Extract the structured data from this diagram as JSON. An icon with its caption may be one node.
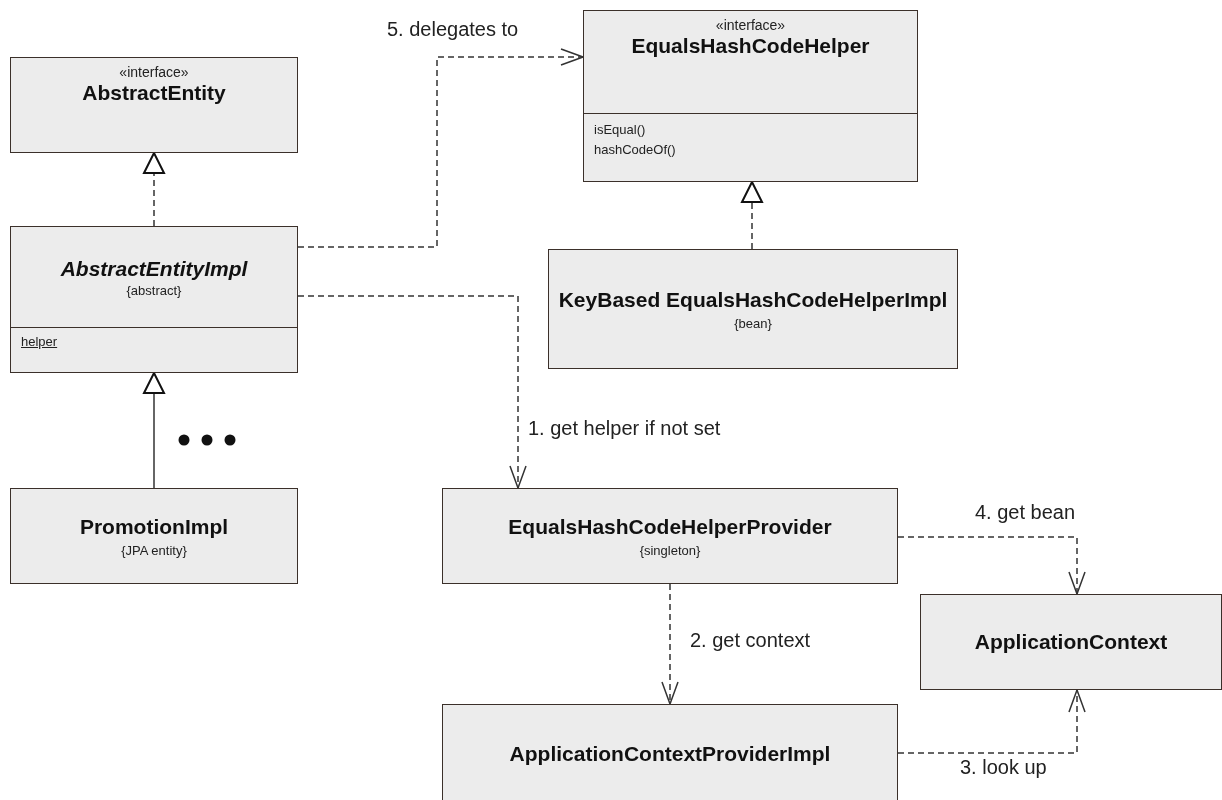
{
  "diagram": {
    "nodes": [
      {
        "text": [
          "«interface»",
          "AbstractEntity"
        ]
      },
      {
        "text": [
          "AbstractEntityImpl",
          "{abstract}",
          "helper"
        ]
      },
      {
        "text": [
          "PromotionImpl",
          "{JPA entity}"
        ]
      },
      {
        "text": [
          "«interface»",
          "EqualsHashCodeHelper",
          "isEqual()",
          "hashCodeOf()"
        ]
      },
      {
        "text": [
          "KeyBased EqualsHashCodeHelperImpl",
          "{bean}"
        ]
      },
      {
        "text": [
          "EqualsHashCodeHelperProvider",
          "{singleton}"
        ]
      },
      {
        "text": [
          "ApplicationContext"
        ]
      },
      {
        "text": [
          "ApplicationContextProviderImpl"
        ]
      }
    ],
    "edges": [
      {
        "from": 1,
        "to": 0,
        "arrow": "to",
        "style": "dashed"
      },
      {
        "from": 2,
        "to": 1,
        "arrow": "to"
      },
      {
        "from": 4,
        "to": 3,
        "arrow": "to",
        "style": "dashed"
      },
      {
        "from": 1,
        "to": 3,
        "arrow": "to",
        "style": "dashed",
        "label": "5. delegates to"
      },
      {
        "from": 1,
        "to": 5,
        "arrow": "to",
        "style": "dashed",
        "label": "1. get helper if not set"
      },
      {
        "from": 5,
        "to": 7,
        "arrow": "to",
        "style": "dashed",
        "label": "2. get context"
      },
      {
        "from": 7,
        "to": 6,
        "arrow": "to",
        "style": "dashed",
        "label": "3. look up"
      },
      {
        "from": 5,
        "to": 6,
        "arrow": "to",
        "style": "dashed",
        "label": "4. get bean"
      }
    ]
  }
}
